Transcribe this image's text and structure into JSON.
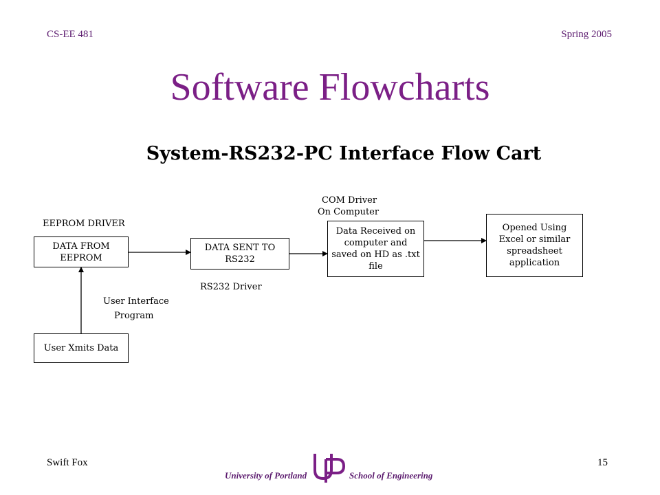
{
  "header": {
    "course": "CS-EE 481",
    "term": "Spring 2005"
  },
  "title": "Software Flowcharts",
  "diagram": {
    "title": "System-RS232-PC Interface Flow Cart",
    "boxes": {
      "data_from_eeprom": "DATA FROM EEPROM",
      "data_sent": "DATA SENT TO RS232",
      "data_received": "Data Received on computer and saved on HD as .txt file",
      "opened_using": "Opened Using Excel or similar spreadsheet application",
      "user_xmits": "User Xmits Data"
    },
    "labels": {
      "eeprom_driver": "EEPROM DRIVER",
      "rs232_driver": "RS232 Driver",
      "com_driver_1": "COM Driver",
      "com_driver_2": "On Computer",
      "ui_program_1": "User Interface",
      "ui_program_2": "Program"
    }
  },
  "footer": {
    "author": "Swift Fox",
    "page": "15",
    "university": "University of Portland",
    "school": "School of Engineering",
    "logo": "UP"
  }
}
